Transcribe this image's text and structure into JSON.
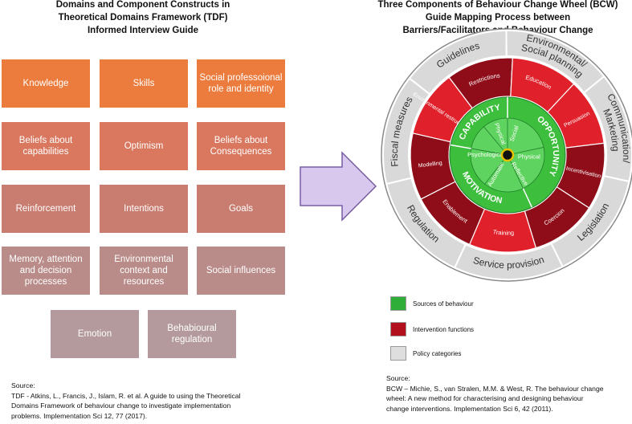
{
  "tdf": {
    "title_lines": [
      "Domains and Component Constructs in",
      "Theoretical Domains Framework (TDF)",
      "Informed Interview Guide"
    ],
    "domains": [
      {
        "label": "Knowledge",
        "color": "#ec7c3d"
      },
      {
        "label": "Skills",
        "color": "#ec7c3d"
      },
      {
        "label": "Social professoional role and identity",
        "color": "#ec7c3d"
      },
      {
        "label": "Beliefs about capabilities",
        "color": "#d9785f"
      },
      {
        "label": "Optimism",
        "color": "#d9785f"
      },
      {
        "label": "Beliefs about Consequences",
        "color": "#d9785f"
      },
      {
        "label": "Reinforcement",
        "color": "#c97d70"
      },
      {
        "label": "Intentions",
        "color": "#c97d70"
      },
      {
        "label": "Goals",
        "color": "#c97d70"
      },
      {
        "label": "Memory, attention and decision processes",
        "color": "#b98c89"
      },
      {
        "label": "Environmental context and resources",
        "color": "#b98c89"
      },
      {
        "label": "Social influences",
        "color": "#b98c89"
      },
      {
        "label": "Emotion",
        "color": "#b49a9c"
      },
      {
        "label": "Behabioural regulation",
        "color": "#b49a9c"
      }
    ],
    "source_lines": [
      "Source:",
      "TDF - Atkins, L., Francis, J., Islam, R. et al. A guide to using the Theoretical",
      "Domains Framework of behaviour change to investigate implementation",
      "problems. Implementation Sci 12, 77 (2017)."
    ]
  },
  "arrow_color": "#d8c8ee",
  "bcw": {
    "title_lines": [
      "Three Components of Behaviour Change Wheel (BCW)",
      "Guide Mapping Process between",
      "Barriers/Facilitators and Behaviour Change"
    ],
    "policy_categories": [
      "Guidelines",
      "Environmental/ Social planning",
      "Communication/ Marketing",
      "Legislation",
      "Service provision",
      "Regulation",
      "Fiscal measures"
    ],
    "intervention_functions": [
      "Restrictions",
      "Education",
      "Persuasion",
      "Incentivisation",
      "Coercion",
      "Training",
      "Enablement",
      "Modelling",
      "Environmental restructuring"
    ],
    "sources": {
      "components": [
        "CAPABILITY",
        "OPPORTUNITY",
        "MOTIVATION"
      ],
      "sub": [
        "Physical",
        "Social",
        "Physical",
        "Reflective",
        "Automatic",
        "Psychological"
      ]
    },
    "colors": {
      "green": "#3dbf3d",
      "light_green": "#5fd35f",
      "red": "#e0202a",
      "dark_red": "#8e0d18",
      "grey": "#d9d9d9"
    },
    "legend": [
      {
        "label": "Sources of behaviour",
        "color": "#2fae3a"
      },
      {
        "label": "Intervention functions",
        "color": "#b2101c"
      },
      {
        "label": "Policy categories",
        "color": "#dedede"
      }
    ],
    "source_lines": [
      "Source:",
      "BCW – Michie, S., van Stralen, M.M. & West, R. The behaviour change",
      "wheel: A new method for characterising and designing behaviour",
      "change interventions. Implementation Sci 6, 42 (2011)."
    ]
  }
}
